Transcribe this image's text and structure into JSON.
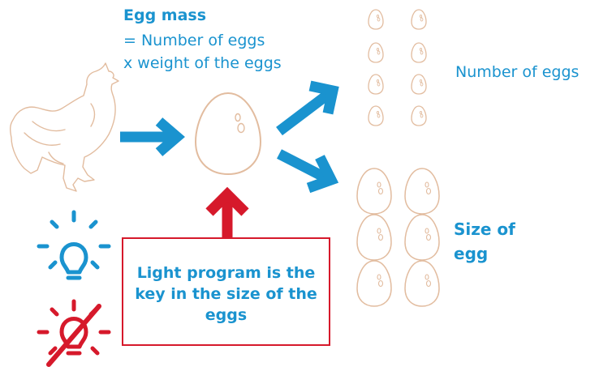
{
  "labels": {
    "egg_mass_title": "Egg mass",
    "egg_mass_line1": "= Number of eggs",
    "egg_mass_line2": "x weight of the eggs",
    "number_of_eggs": "Number of eggs",
    "size_of_egg": "Size of egg",
    "key_message": "Light program is the key in the size of the eggs"
  },
  "colors": {
    "blue": "#1a93cf",
    "red": "#d6192b",
    "egg_outline": "#e2bc9f"
  },
  "icons": [
    "chicken-icon",
    "egg-icon",
    "lightbulb-on-icon",
    "lightbulb-off-icon",
    "arrow-icon"
  ]
}
